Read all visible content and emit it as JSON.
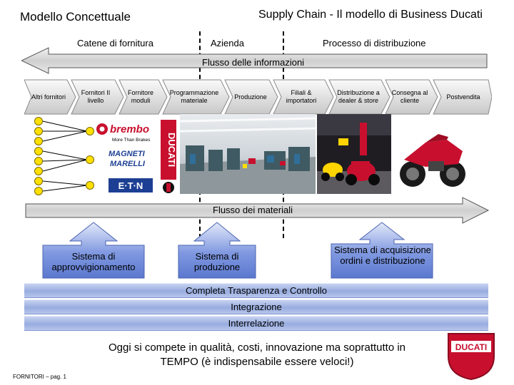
{
  "header": {
    "left_title": "Modello Concettuale",
    "right_title": "Supply Chain - Il modello di Business Ducati"
  },
  "sections": {
    "catene": "Catene di fornitura",
    "azienda": "Azienda",
    "processo": "Processo di distribuzione"
  },
  "flows": {
    "info": "Flusso delle informazioni",
    "materiali": "Flusso dei materiali"
  },
  "chain": [
    {
      "label": "Altri fornitori"
    },
    {
      "label": "Fornitori II livello"
    },
    {
      "label": "Fornitore moduli"
    },
    {
      "label": "Programmazione materiale"
    },
    {
      "label": "Produzione"
    },
    {
      "label": "Filiali & importatori"
    },
    {
      "label": "Distribuzione a dealer & store"
    },
    {
      "label": "Consegna al cliente"
    },
    {
      "label": "Postvendita"
    }
  ],
  "logos": {
    "brembo": "brembo",
    "brembo_tag": "More Than Brakes",
    "magneti_1": "MAGNETI",
    "magneti_2": "MARELLI",
    "eaton": "E·T·N",
    "ducati": "DUCATI"
  },
  "systems": {
    "approvvigionamento": "Sistema di approvvigionamento",
    "produzione": "Sistema di produzione",
    "acquisizione": "Sistema di acquisizione ordini e distribuzione"
  },
  "bands": {
    "trasparenza": "Completa Trasparenza e Controllo",
    "integrazione": "Integrazione",
    "interrelazione": "Interrelazione"
  },
  "footer": {
    "line1": "Oggi si compete in qualità, costi, innovazione ma soprattutto in",
    "line2": "TEMPO (è indispensabile essere veloci!)",
    "page": "FORNITORI – pag. 1",
    "logo": "DUCATI"
  },
  "colors": {
    "arrow_gray": "#d4d4d4",
    "node_yellow": "#ffe000",
    "band_blue": "#a7b8e6",
    "ducati_red": "#c8102e",
    "eaton_blue": "#1d3f93"
  }
}
